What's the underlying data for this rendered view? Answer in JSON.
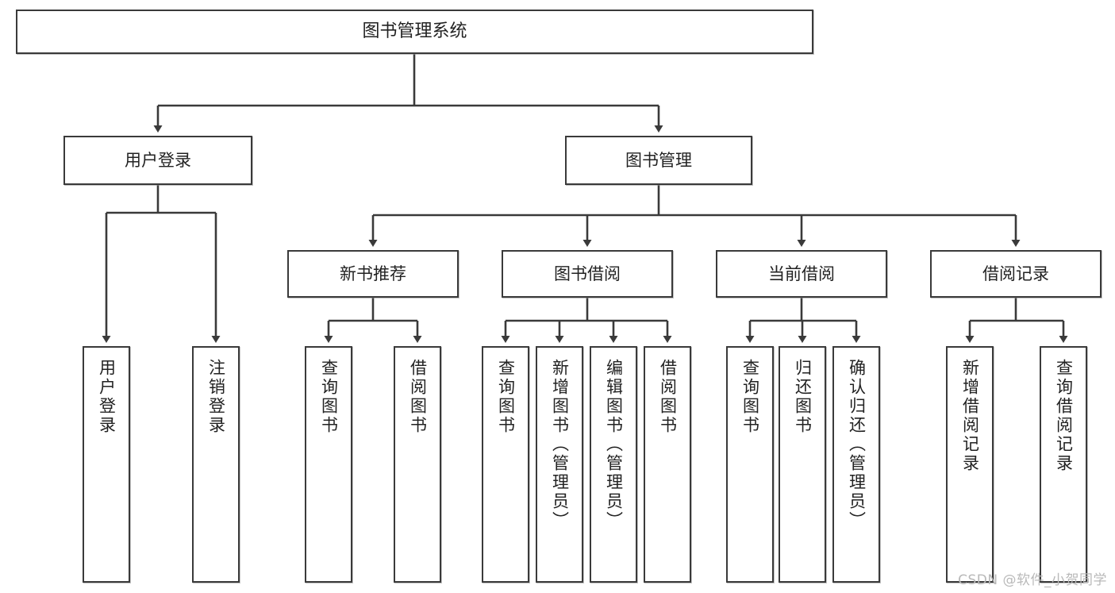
{
  "diagram": {
    "title": "图书管理系统",
    "type": "tree-hierarchy",
    "line_color": "#3a3a3a",
    "box_fill": "#ffffff",
    "text_color": "#222222"
  },
  "watermark": {
    "text": "CSDN @软件_小贺同学",
    "color": "#b9b9b9"
  },
  "nodes": {
    "root": {
      "label": "图书管理系统",
      "level": 1
    },
    "l2": [
      {
        "id": "user-login",
        "label": "用户登录"
      },
      {
        "id": "book-manage",
        "label": "图书管理"
      }
    ],
    "l3": [
      {
        "id": "new-book-rec",
        "label": "新书推荐",
        "parent": "book-manage"
      },
      {
        "id": "book-borrow",
        "label": "图书借阅",
        "parent": "book-manage"
      },
      {
        "id": "current-borrow",
        "label": "当前借阅",
        "parent": "book-manage"
      },
      {
        "id": "borrow-record",
        "label": "借阅记录",
        "parent": "book-manage"
      }
    ],
    "leaves": [
      {
        "id": "leaf-user-login",
        "label": "用户登录",
        "parent": "user-login"
      },
      {
        "id": "leaf-logout",
        "label": "注销登录",
        "parent": "user-login"
      },
      {
        "id": "leaf-query-book-1",
        "label": "查询图书",
        "parent": "new-book-rec"
      },
      {
        "id": "leaf-borrow-book-1",
        "label": "借阅图书",
        "parent": "new-book-rec"
      },
      {
        "id": "leaf-query-book-2",
        "label": "查询图书",
        "parent": "book-borrow"
      },
      {
        "id": "leaf-add-book",
        "label": "新增图书（管理员）",
        "parent": "book-borrow"
      },
      {
        "id": "leaf-edit-book",
        "label": "编辑图书（管理员）",
        "parent": "book-borrow"
      },
      {
        "id": "leaf-borrow-book-2",
        "label": "借阅图书",
        "parent": "book-borrow"
      },
      {
        "id": "leaf-query-book-3",
        "label": "查询图书",
        "parent": "current-borrow"
      },
      {
        "id": "leaf-return-book",
        "label": "归还图书",
        "parent": "current-borrow"
      },
      {
        "id": "leaf-confirm-return",
        "label": "确认归还（管理员）",
        "parent": "current-borrow"
      },
      {
        "id": "leaf-add-record",
        "label": "新增借阅记录",
        "parent": "borrow-record"
      },
      {
        "id": "leaf-query-record",
        "label": "查询借阅记录",
        "parent": "borrow-record"
      }
    ]
  }
}
